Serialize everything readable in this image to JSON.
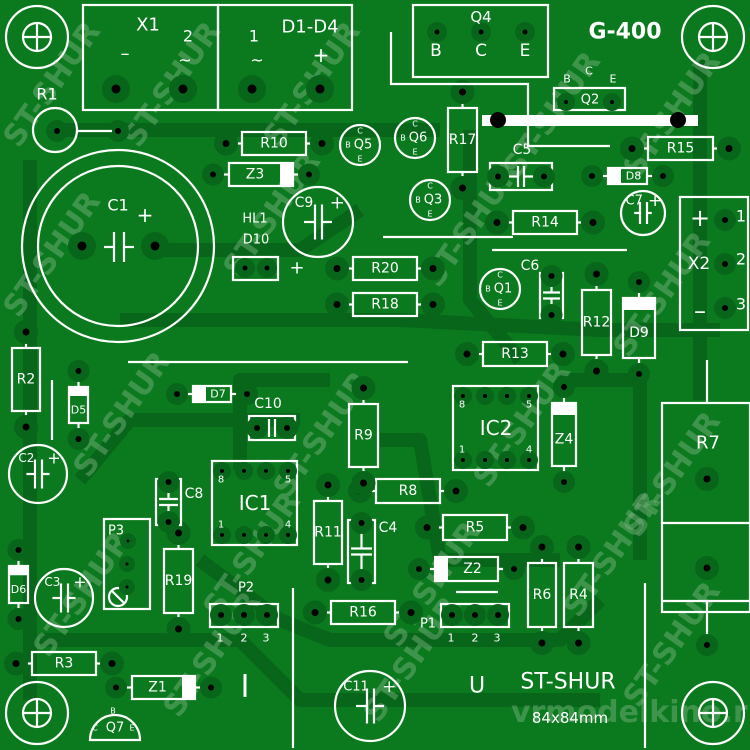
{
  "board": {
    "title": "G-400",
    "author": "ST-SHUR",
    "size": "84x84mm",
    "marker_u": "U",
    "marker_i": "I",
    "watermark": "ST-SHUR",
    "site_watermark": "vrmodelkino.ru",
    "colors": {
      "board": "#0b7a1e",
      "trace": "#07661a",
      "silk": "#ffffff",
      "pad": "#000000"
    }
  },
  "labels": {
    "X1": "X1",
    "D1D4": "D1-D4",
    "Q4": "Q4",
    "Q2": "Q2",
    "X2": "X2",
    "R1": "R1",
    "R2": "R2",
    "R3": "R3",
    "R4": "R4",
    "R5": "R5",
    "R6": "R6",
    "R7": "R7",
    "R8": "R8",
    "R9": "R9",
    "R10": "R10",
    "R11": "R11",
    "R12": "R12",
    "R13": "R13",
    "R14": "R14",
    "R15": "R15",
    "R16": "R16",
    "R17": "R17",
    "R18": "R18",
    "R19": "R19",
    "R20": "R20",
    "C1": "C1",
    "C2": "C2",
    "C3": "C3",
    "C4": "C4",
    "C5": "C5",
    "C6": "C6",
    "C7": "C7",
    "C8": "C8",
    "C9": "C9",
    "C10": "C10",
    "C11": "C11",
    "D5": "D5",
    "D6": "D6",
    "D7": "D7",
    "D8": "D8",
    "D9": "D9",
    "Z1": "Z1",
    "Z2": "Z2",
    "Z3": "Z3",
    "Z4": "Z4",
    "Q1": "Q1",
    "Q3": "Q3",
    "Q5": "Q5",
    "Q6": "Q6",
    "Q7": "Q7",
    "IC1": "IC1",
    "IC2": "IC2",
    "P1": "P1",
    "P2": "P2",
    "P3": "P3",
    "HL1": "HL1",
    "D10": "D10"
  },
  "pins": {
    "x1_minus": "–",
    "x1_2": "2",
    "x1_ac": "~",
    "d_1": "1",
    "d_ac": "~",
    "d_plus": "+",
    "q4_b": "B",
    "q4_c": "C",
    "q4_e": "E",
    "q2_b": "B",
    "q2_c": "C",
    "q2_e": "E",
    "x2_plus": "+",
    "x2_minus": "–",
    "x2_1": "1",
    "x2_2": "2",
    "x2_3": "3",
    "ic_8": "8",
    "ic_5": "5",
    "ic_1": "1",
    "ic_4": "4",
    "p_1": "1",
    "p_2": "2",
    "p_3": "3",
    "b": "B",
    "c": "C",
    "e": "E",
    "plus": "+"
  }
}
